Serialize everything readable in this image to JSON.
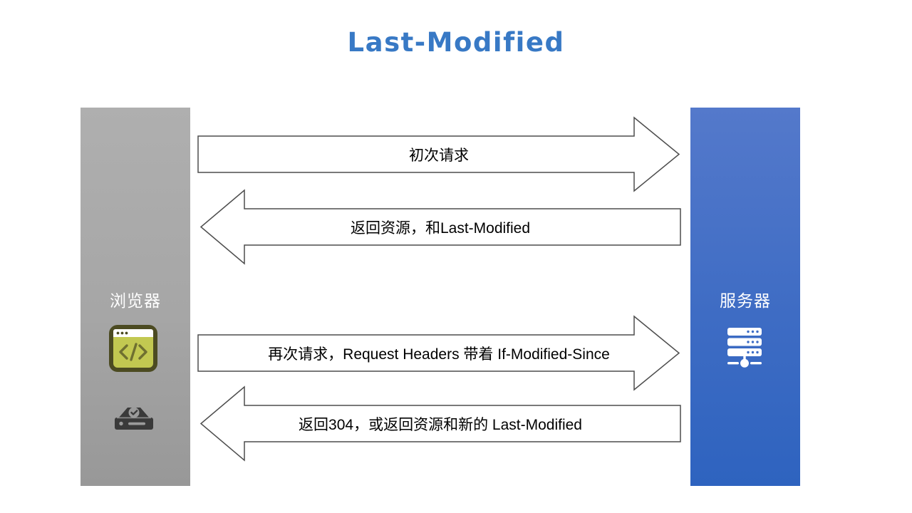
{
  "title": "Last-Modified",
  "nodes": {
    "browser": {
      "label": "浏览器",
      "icons": [
        "browser-window-icon",
        "disk-cache-icon"
      ]
    },
    "server": {
      "label": "服务器",
      "icons": [
        "server-rack-icon"
      ]
    }
  },
  "arrows": [
    {
      "direction": "right",
      "label": "初次请求"
    },
    {
      "direction": "left",
      "label": "返回资源，和Last-Modified"
    },
    {
      "direction": "right",
      "label": "再次请求，Request Headers 带着 If-Modified-Since"
    },
    {
      "direction": "left",
      "label": "返回304，或返回资源和新的 Last-Modified"
    }
  ],
  "colors": {
    "title_text": "#3879C5",
    "browser_bar_top": "#AFAFAF",
    "browser_bar_bottom": "#989898",
    "server_bar_top": "#5479CB",
    "server_bar_bottom": "#2E63BF",
    "arrow_fill": "#FFFFFF",
    "arrow_outline": "#4D4D4D",
    "arrow_text": "#000000",
    "actor_label_text": "#FFFFFF",
    "browser_icon_body": "#C2C851",
    "browser_icon_border": "#4C4B22",
    "disk_icon_body": "#3A3A3A",
    "disk_icon_detail": "#9B9B9B",
    "server_icon": "#FFFFFF"
  }
}
